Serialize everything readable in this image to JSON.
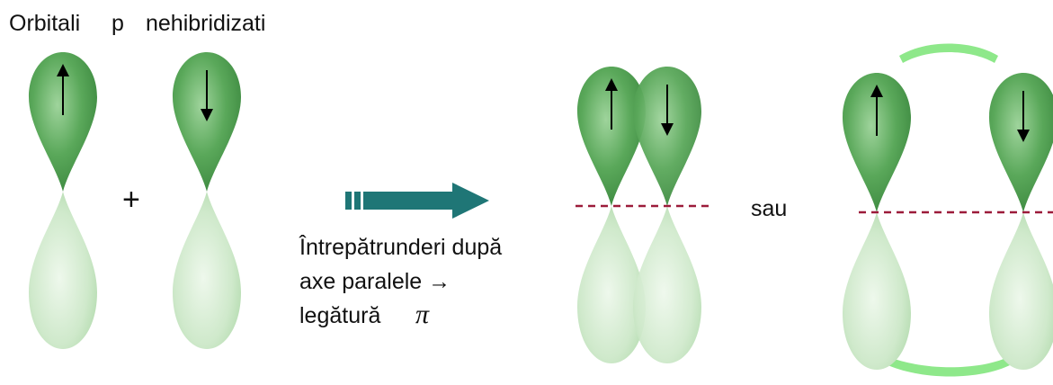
{
  "title": {
    "word1": "Orbitali",
    "word2": "p",
    "word3": "nehibridizati"
  },
  "plus_sign": "+",
  "caption": {
    "line1": "Întrepătrunderi după",
    "line2": "axe paralele →",
    "line3_text": "legătură",
    "line3_symbol": "π"
  },
  "or_label": "sau",
  "colors": {
    "upper_lobe": "#4f9c4f",
    "upper_lobe_light": "#8cc98a",
    "lower_lobe": "#c4e3c0",
    "lower_lobe_light": "#e9f5e6",
    "pi_overlap_band": "#8ee88a",
    "arrow_fill": "#1f7676",
    "dashed_line": "#9c1b3a",
    "spin_arrow": "#000000"
  },
  "spins": {
    "left_pair": [
      "up",
      "down"
    ],
    "overlap_pair": [
      "up",
      "down"
    ],
    "separated_pair": [
      "up",
      "down"
    ]
  }
}
